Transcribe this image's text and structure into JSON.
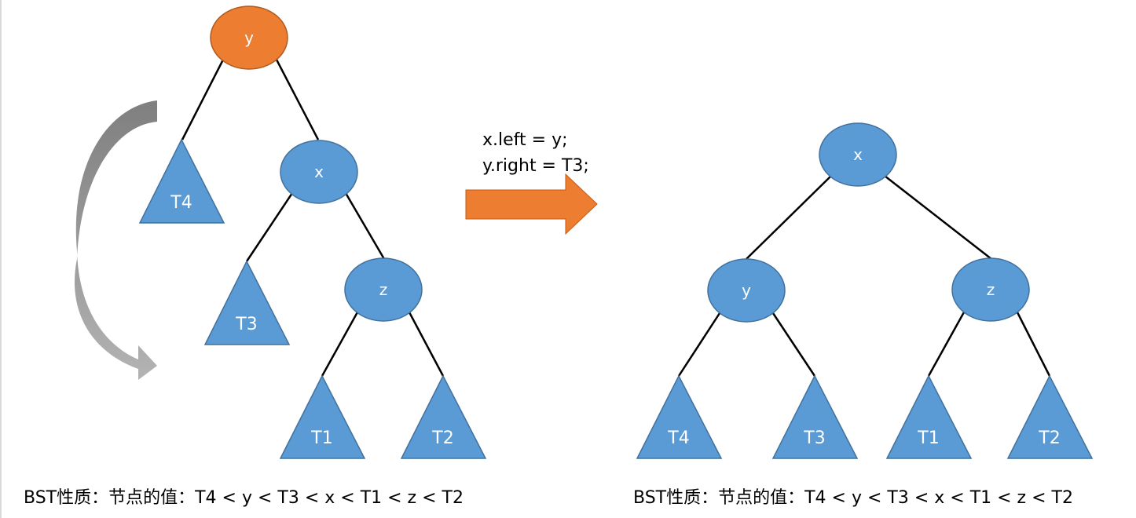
{
  "before_tree": {
    "nodes": {
      "y": "y",
      "x": "x",
      "z": "z"
    },
    "subtrees": {
      "t4": "T4",
      "t3": "T3",
      "t1": "T1",
      "t2": "T2"
    },
    "caption": "BST性质：节点的值：T4 < y < T3 < x < T1 < z < T2"
  },
  "rotation": {
    "code_line1": "x.left = y;",
    "code_line2": "y.right = T3;"
  },
  "after_tree": {
    "nodes": {
      "x": "x",
      "y": "y",
      "z": "z"
    },
    "subtrees": {
      "t4": "T4",
      "t3": "T3",
      "t1": "T1",
      "t2": "T2"
    },
    "caption": "BST性质：节点的值：T4 < y < T3 < x < T1 < z < T2"
  },
  "colors": {
    "node_blue": "#5b9bd5",
    "node_orange": "#ed7d31",
    "arrow_orange": "#ed7d31",
    "rotate_arrow_gray": "#8c8c8c"
  }
}
